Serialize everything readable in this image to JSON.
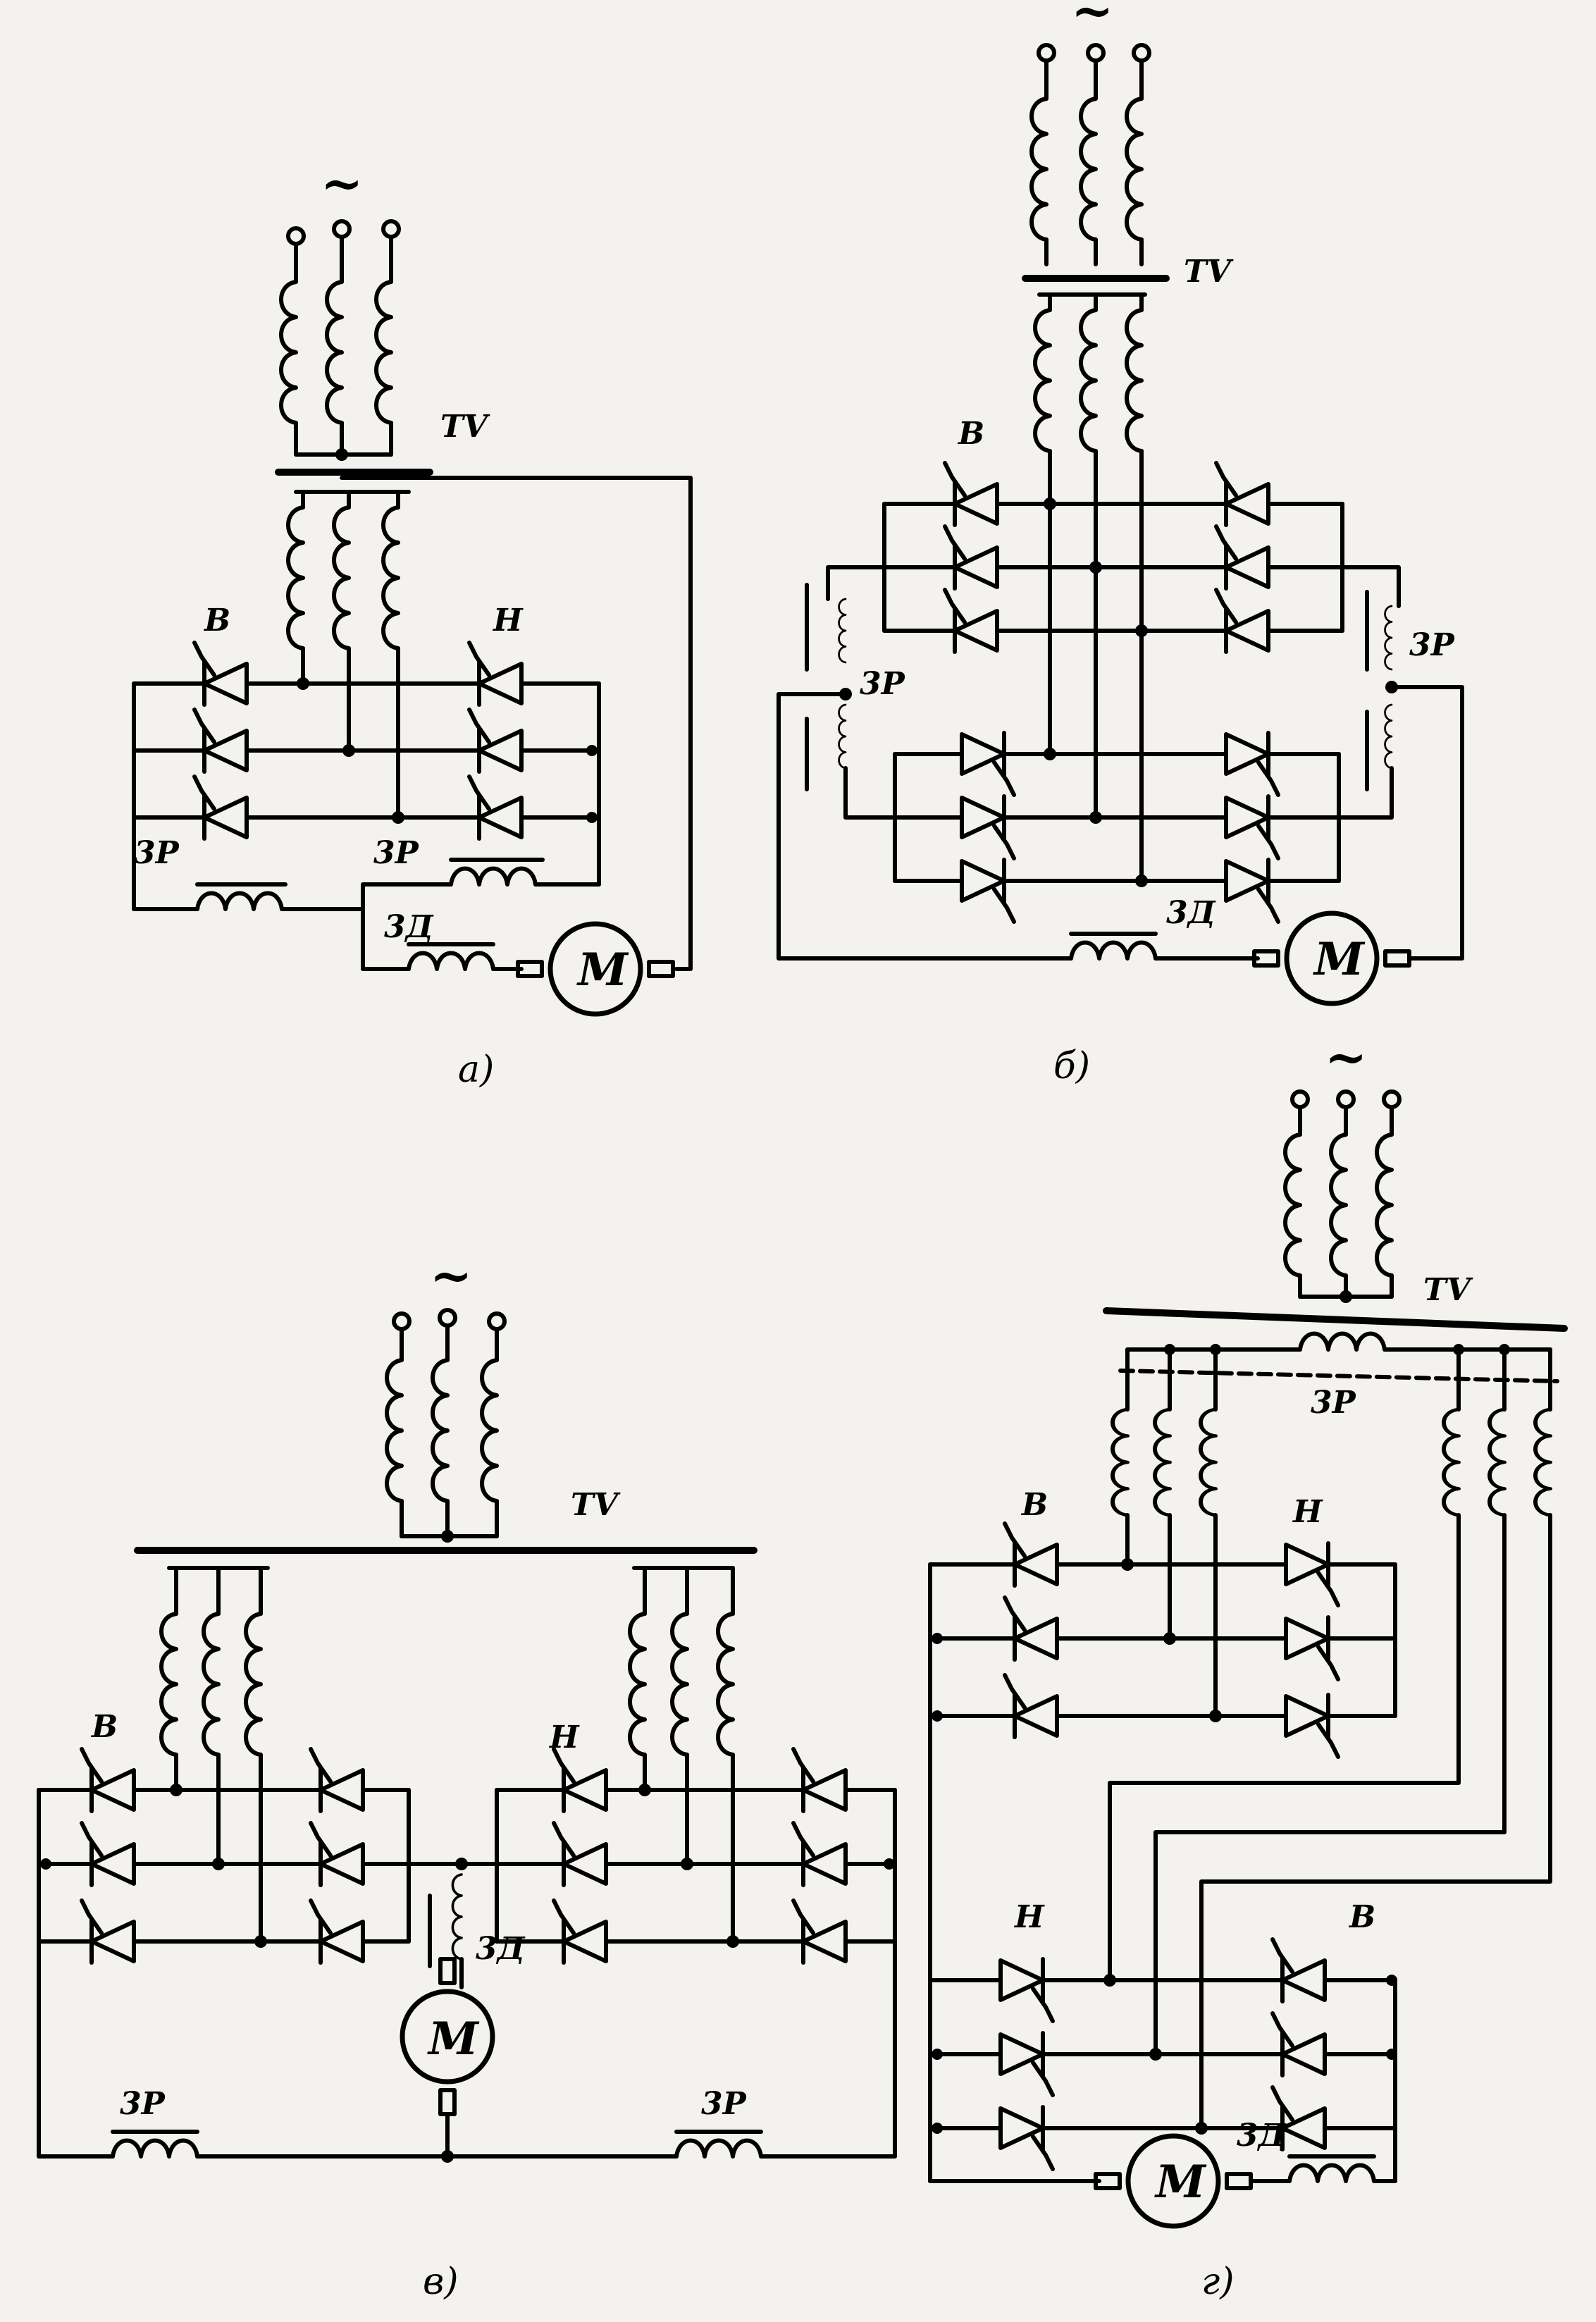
{
  "figure": {
    "labels": {
      "ac": "~",
      "transformer": "TV",
      "forward": "В",
      "reverse": "Н",
      "reactor": "3Р",
      "field": "3Д",
      "motor": "М"
    },
    "captions": {
      "a": "а)",
      "b": "б)",
      "v": "в)",
      "g": "г)"
    }
  }
}
